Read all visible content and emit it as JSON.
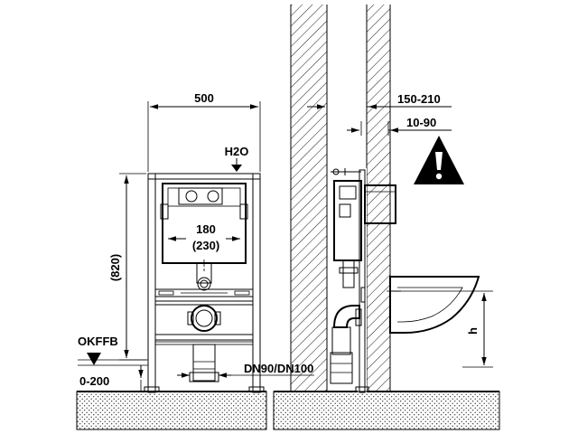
{
  "labels": {
    "width": "500",
    "height_820": "(820)",
    "cistern_180": "180",
    "cistern_230": "(230)",
    "h2o": "H2O",
    "okffb": "OKFFB",
    "range_0_200": "0-200",
    "dn": "DN90/DN100",
    "range_150_210": "150-210",
    "range_10_90": "10-90",
    "h": "h"
  },
  "icons": {
    "warning": "warning-triangle-icon"
  }
}
